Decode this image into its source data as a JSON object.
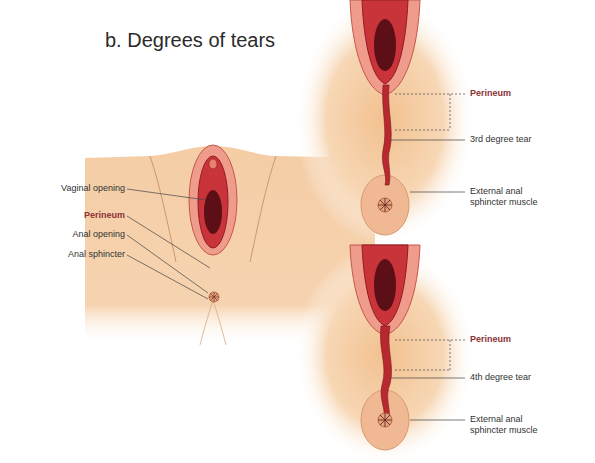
{
  "diagram": {
    "title": "b. Degrees of tears",
    "labels": [
      "Vaginal opening",
      "Perineum",
      "Anal opening",
      "Anal sphincter",
      "Perineum",
      "3rd degree tear",
      "External anal sphincter muscle",
      "Perineum",
      "4th degree tear",
      "External anal sphincter muscle"
    ]
  }
}
